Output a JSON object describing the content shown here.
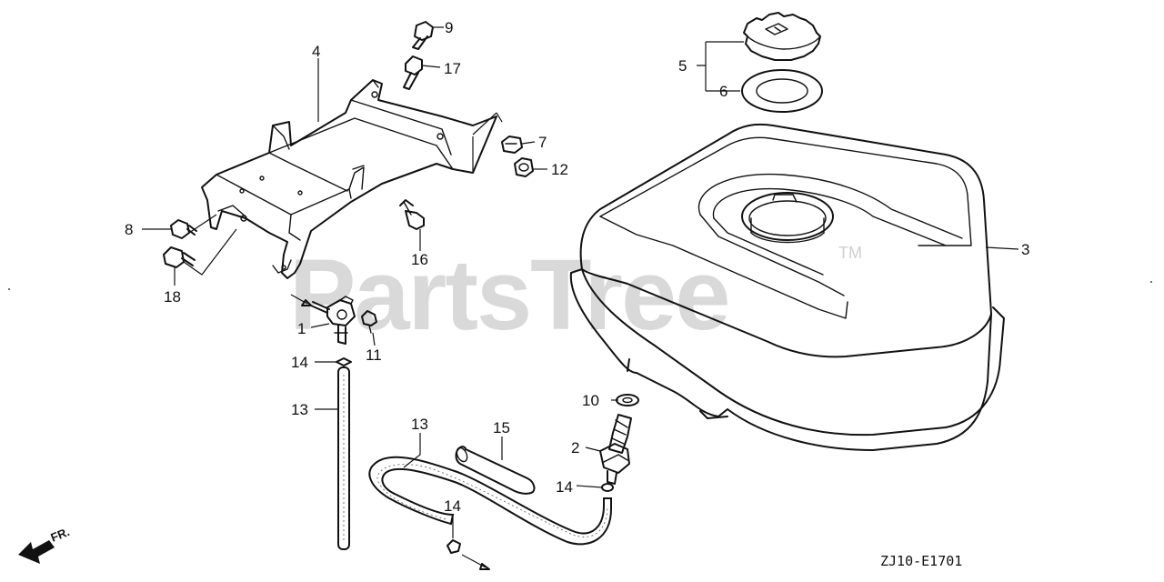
{
  "watermark": {
    "text": "PartsTree",
    "trademark": "TM"
  },
  "front_indicator": "FR.",
  "diagram_code": "ZJ10-E1701",
  "callouts": {
    "c1": "1",
    "c2": "2",
    "c3": "3",
    "c4": "4",
    "c5": "5",
    "c6": "6",
    "c7": "7",
    "c8": "8",
    "c9": "9",
    "c10": "10",
    "c11": "11",
    "c12": "12",
    "c13a": "13",
    "c13b": "13",
    "c14a": "14",
    "c14b": "14",
    "c14c": "14",
    "c15": "15",
    "c16": "16",
    "c17": "17",
    "c18": "18"
  }
}
